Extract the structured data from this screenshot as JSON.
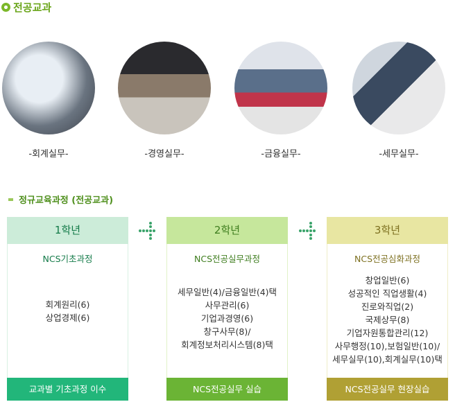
{
  "section_title": "전공교과",
  "photos": [
    {
      "label": "-회계실무-"
    },
    {
      "label": "-경영실무-"
    },
    {
      "label": "-금융실무-"
    },
    {
      "label": "-세무실무-"
    }
  ],
  "curriculum_title": "정규교육과정 (전공교과)",
  "years": [
    {
      "grade": "1학년",
      "course": "NCS기초과정",
      "subjects": [
        "회계원리(6)",
        "상업경제(6)"
      ],
      "footer": "교과별 기초과정 이수",
      "colors": {
        "header": "#ccecd9",
        "text": "#137a48",
        "footer": "#22b67a",
        "border": "#d8f0e2"
      }
    },
    {
      "grade": "2학년",
      "course": "NCS전공실무과정",
      "subjects": [
        "세무일반(4)/금융일반(4)택",
        "사무관리(6)",
        "기업과경영(6)",
        "창구사무(8)/",
        "회계정보처리시스템(8)택"
      ],
      "footer": "NCS전공실무 실습",
      "colors": {
        "header": "#c6e79c",
        "text": "#3e7d1e",
        "footer": "#6bb435",
        "border": "#e0f2c8"
      }
    },
    {
      "grade": "3학년",
      "course": "NCS전공심화과정",
      "subjects": [
        "창업일반(6)",
        "성공적인 직업생활(4)",
        "진로와직업(2)",
        "국제상무(8)",
        "기업자원통합관리(12)",
        "사무행정(10),보험일반(10)/",
        "세무실무(10),회계실무(10)택"
      ],
      "footer": "NCS전공실무 현장실습",
      "colors": {
        "header": "#e8e6a2",
        "text": "#7d7020",
        "footer": "#b0a034",
        "border": "#efedc8"
      }
    }
  ]
}
